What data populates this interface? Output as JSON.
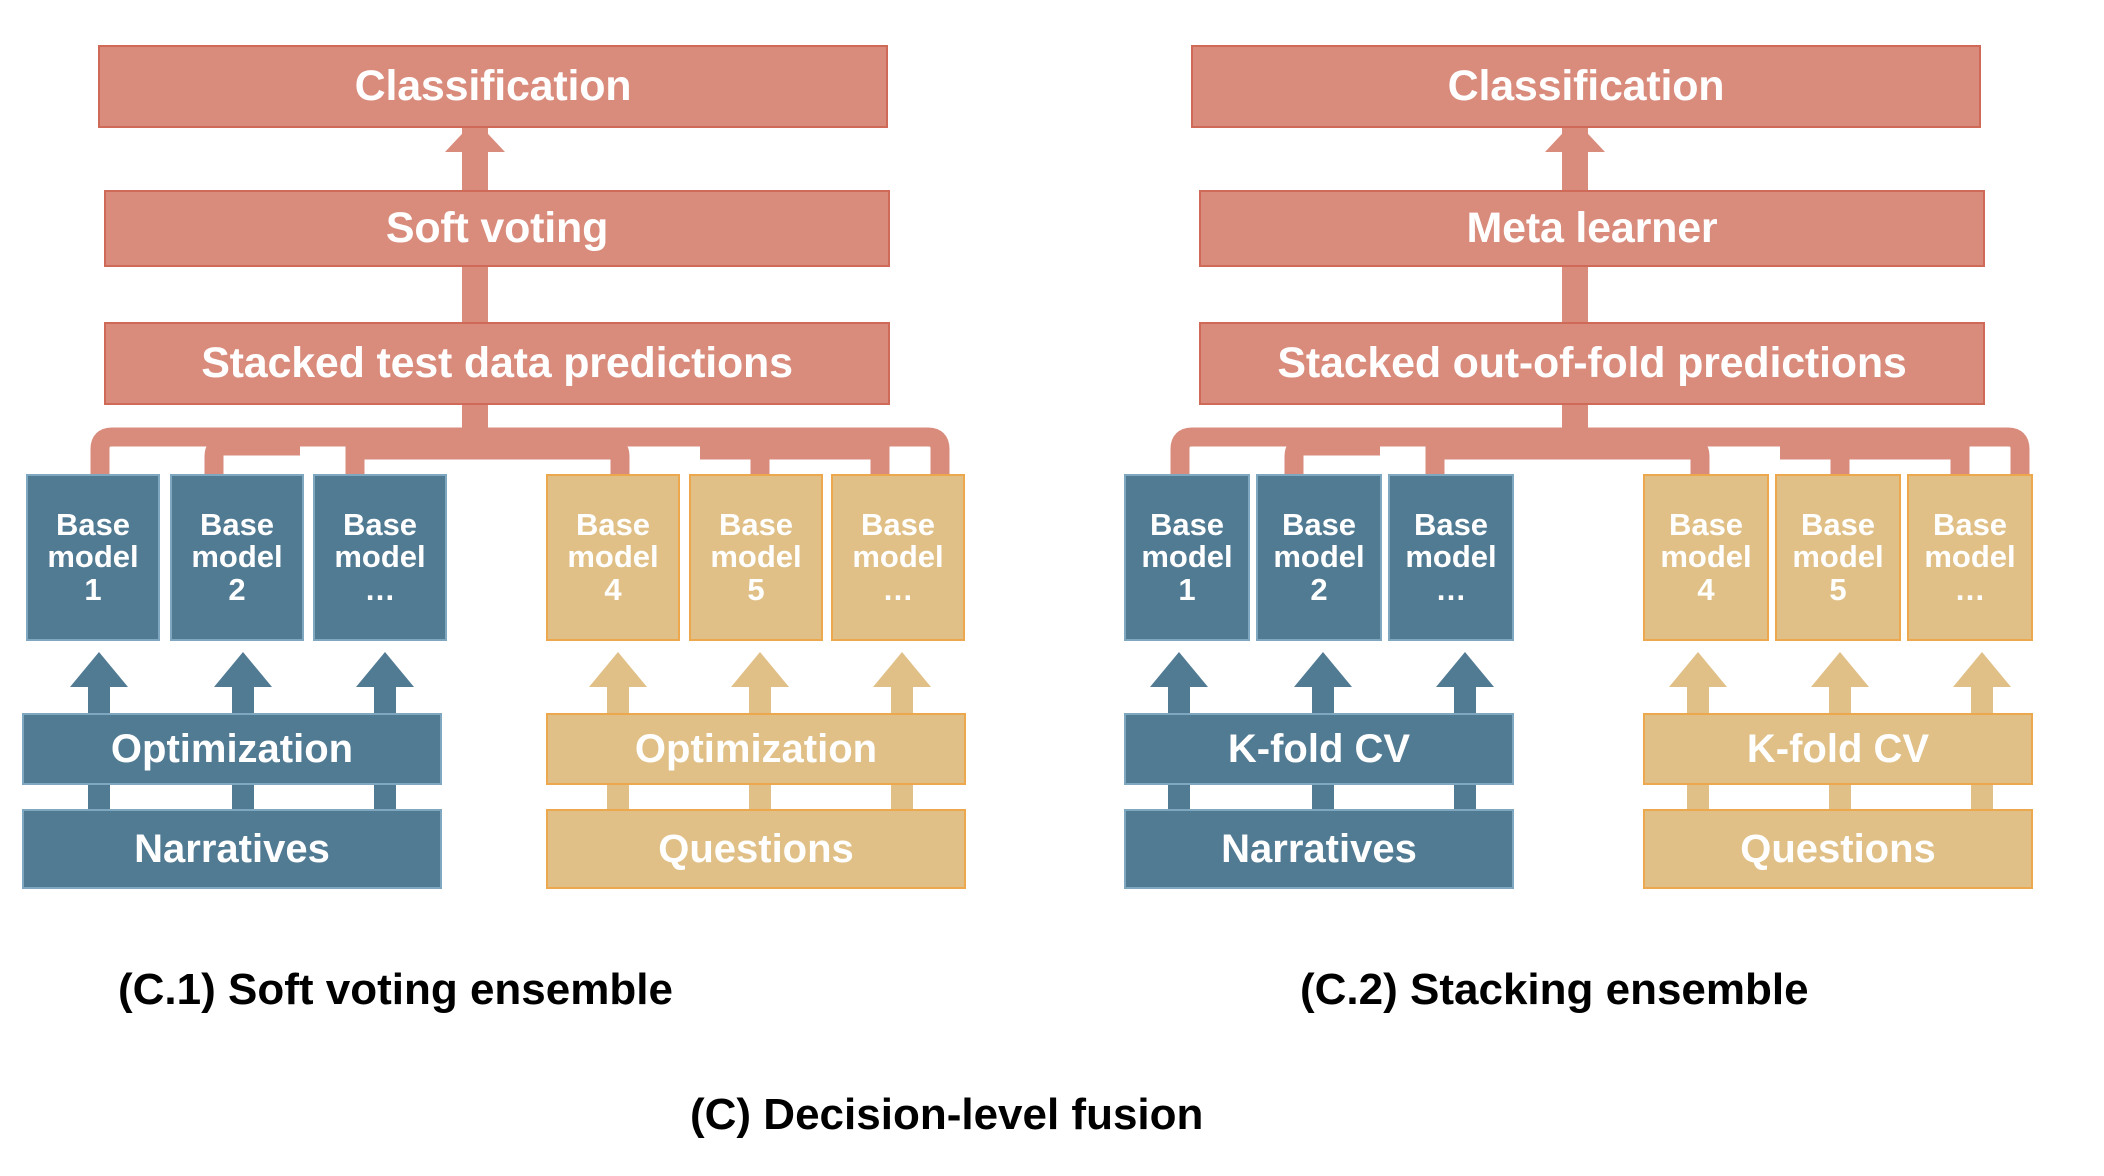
{
  "figure": {
    "caption_main": "(C) Decision-level fusion",
    "panels": [
      {
        "id": "C1",
        "caption": "(C.1) Soft voting ensemble",
        "top_boxes": [
          {
            "label": "Classification",
            "color": "#d98b7c"
          },
          {
            "label": "Soft voting",
            "color": "#d98b7c"
          },
          {
            "label": "Stacked test data predictions",
            "color": "#d98b7c"
          }
        ],
        "branches": [
          {
            "modality": "narratives",
            "color": "#517a93",
            "base_models": [
              "Base\nmodel\n1",
              "Base\nmodel\n2",
              "Base\nmodel\n…"
            ],
            "process_label": "Optimization",
            "input_label": "Narratives"
          },
          {
            "modality": "questions",
            "color": "#e0c087",
            "base_models": [
              "Base\nmodel\n4",
              "Base\nmodel\n5",
              "Base\nmodel\n…"
            ],
            "process_label": "Optimization",
            "input_label": "Questions"
          }
        ]
      },
      {
        "id": "C2",
        "caption": "(C.2) Stacking ensemble",
        "top_boxes": [
          {
            "label": "Classification",
            "color": "#d98b7c"
          },
          {
            "label": "Meta learner",
            "color": "#d98b7c"
          },
          {
            "label": "Stacked out-of-fold predictions",
            "color": "#d98b7c"
          }
        ],
        "branches": [
          {
            "modality": "narratives",
            "color": "#517a93",
            "base_models": [
              "Base\nmodel\n1",
              "Base\nmodel\n2",
              "Base\nmodel\n…"
            ],
            "process_label": "K-fold CV",
            "input_label": "Narratives"
          },
          {
            "modality": "questions",
            "color": "#e0c087",
            "base_models": [
              "Base\nmodel\n4",
              "Base\nmodel\n5",
              "Base\nmodel\n…"
            ],
            "process_label": "K-fold CV",
            "input_label": "Questions"
          }
        ]
      }
    ],
    "colors": {
      "salmon_fill": "#d98b7c",
      "salmon_stroke": "#cf6a58",
      "blue_fill": "#517a93",
      "blue_stroke": "#7fa7bf",
      "tan_fill": "#e0c087",
      "tan_stroke": "#eda84e",
      "text_light": "#ffffff",
      "caption_text": "#000000",
      "background": "#ffffff"
    }
  }
}
